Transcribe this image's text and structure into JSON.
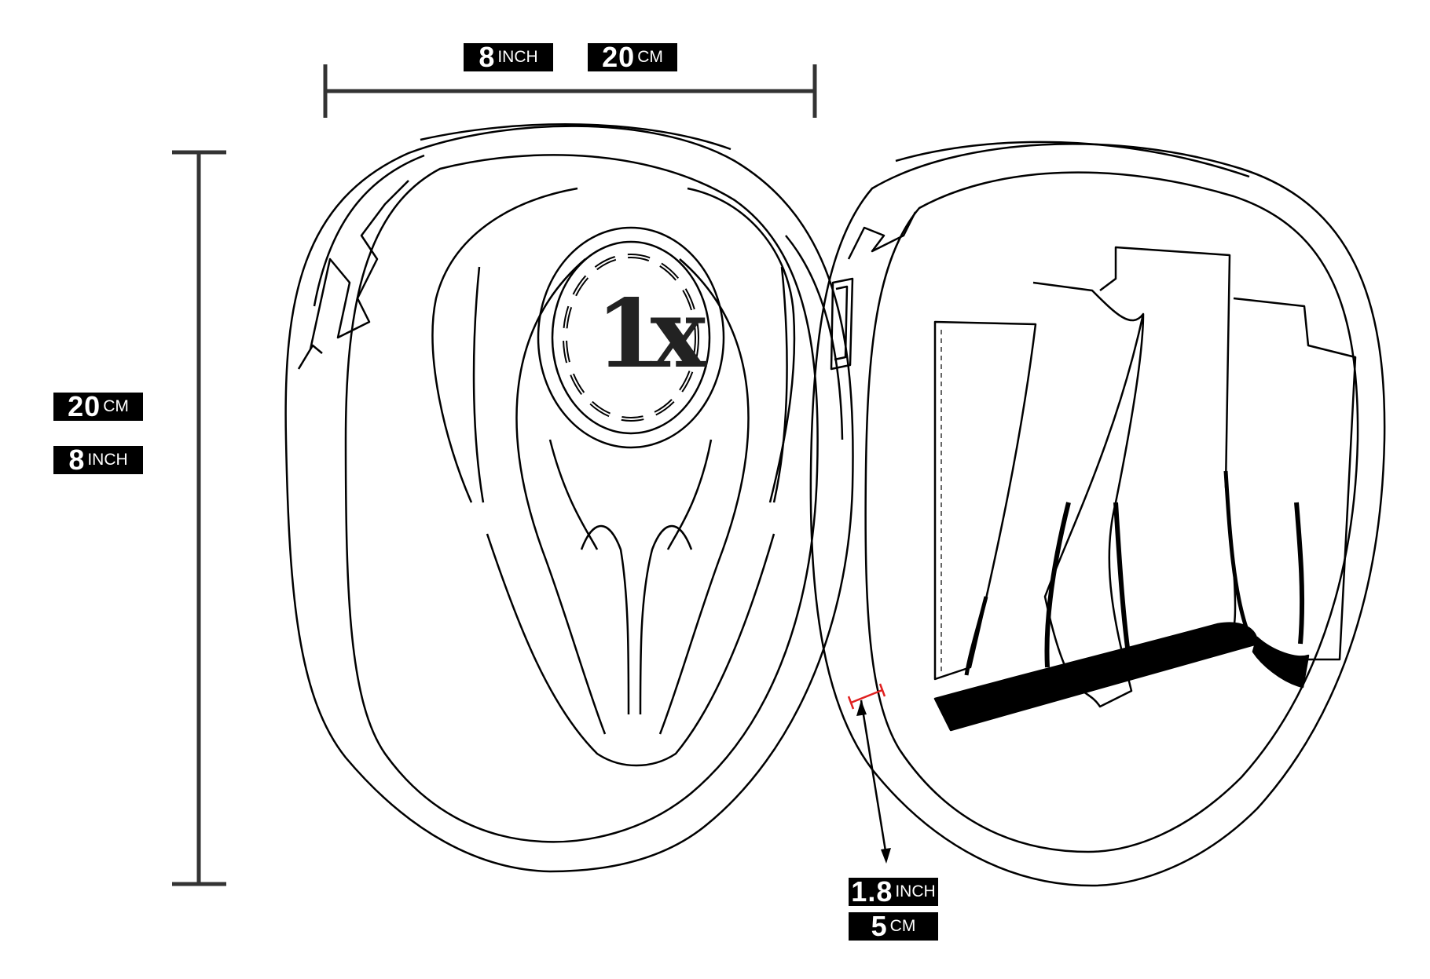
{
  "dimensions": {
    "width_label": {
      "inch_value": "8",
      "inch_unit": "INCH",
      "cm_value": "20",
      "cm_unit": "CM"
    },
    "height_label": {
      "cm_value": "20",
      "cm_unit": "CM",
      "inch_value": "8",
      "inch_unit": "INCH"
    },
    "thickness_label": {
      "inch_value": "1.8",
      "inch_unit": "INCH",
      "cm_value": "5",
      "cm_unit": "CM"
    }
  },
  "logo": {
    "text": "1x",
    "color": "#222222"
  },
  "colors": {
    "line": "#000000",
    "dimension_line": "#333333",
    "label_bg": "#000000",
    "label_text": "#ffffff",
    "thickness_marker": "#e02020"
  }
}
